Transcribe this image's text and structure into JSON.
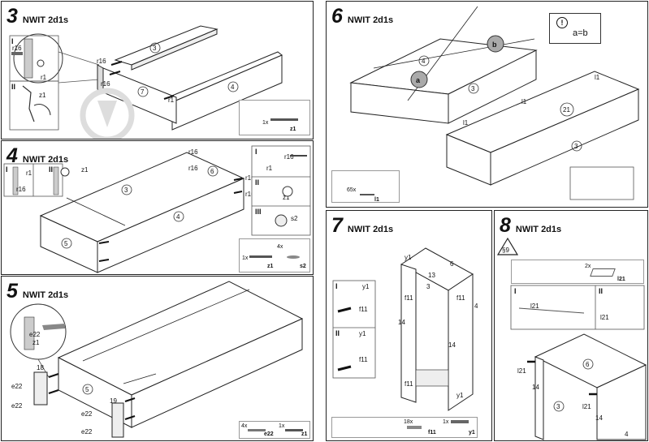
{
  "steps": [
    {
      "number": "3",
      "title": "NWIT 2d1s"
    },
    {
      "number": "4",
      "title": "NWIT 2d1s"
    },
    {
      "number": "5",
      "title": "NWIT 2d1s"
    },
    {
      "number": "6",
      "title": "NWIT 2d1s"
    },
    {
      "number": "7",
      "title": "NWIT 2d1s"
    },
    {
      "number": "8",
      "title": "NWIT 2d1s"
    }
  ],
  "step3": {
    "detail_i": "I",
    "detail_ii": "II",
    "labels": {
      "r16": "r16",
      "r1": "r1",
      "z1": "z1",
      "p3": "3",
      "p7": "7",
      "p4": "4"
    },
    "parts": {
      "qty": "1x",
      "code": "z1"
    }
  },
  "step4": {
    "detail_i": "I",
    "detail_ii": "II",
    "detail_iii": "III",
    "labels": {
      "r16": "r16",
      "r1": "r1",
      "z1": "z1",
      "s2": "s2",
      "p3": "3",
      "p4": "4",
      "p5": "5",
      "p6": "6"
    },
    "parts": {
      "qty1": "1x",
      "code1": "z1",
      "qty2": "4x",
      "code2": "s2"
    }
  },
  "step5": {
    "labels": {
      "e22": "e22",
      "z1": "z1",
      "p18": "18",
      "p19": "19",
      "p5": "5"
    },
    "parts": {
      "qty1": "4x",
      "code1": "e22",
      "qty2": "1x",
      "code2": "z1"
    }
  },
  "step6": {
    "warning_text": "a=b",
    "labels": {
      "a": "a",
      "b": "b",
      "p4": "4",
      "p3": "3",
      "p21": "21",
      "l1": "l1"
    },
    "parts": {
      "qty": "65x",
      "code": "l1"
    }
  },
  "step7": {
    "detail_i": "I",
    "detail_ii": "II",
    "labels": {
      "y1": "y1",
      "f11": "f11",
      "p13": "13",
      "p14": "14",
      "p3": "3",
      "p4": "4",
      "p6": "6"
    },
    "parts": {
      "qty1": "18x",
      "code1": "f11",
      "qty2": "1x",
      "code2": "y1"
    }
  },
  "step8": {
    "badge": "§9",
    "detail_i": "I",
    "detail_ii": "II",
    "labels": {
      "l21": "l21",
      "p6": "6",
      "p3": "3",
      "p14": "14",
      "p4": "4"
    },
    "parts": {
      "qty": "2x",
      "code": "l21"
    }
  },
  "colors": {
    "line": "#222222",
    "callout": "#555555",
    "watermark": "#dddddd"
  }
}
